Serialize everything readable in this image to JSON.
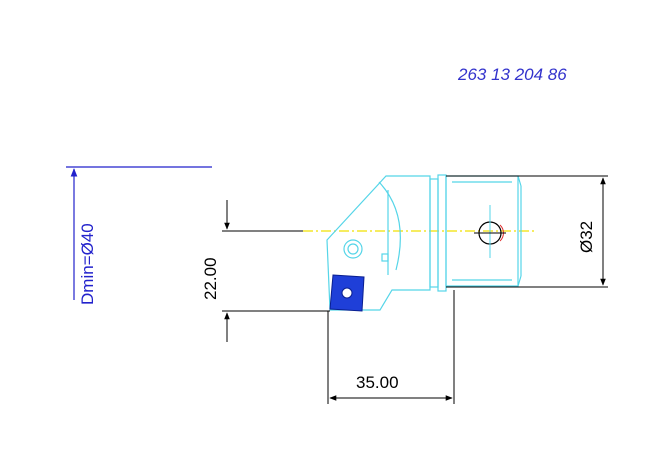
{
  "drawing": {
    "part_number": "263 13 204 86",
    "dmin_label": "Dmin=Ø40",
    "diameter_label": "Ø32",
    "dim_height_label": "22.00",
    "dim_width_label": "35.00"
  },
  "colors": {
    "background": "#ffffff",
    "part_number_text": "#3333cc",
    "dmin": "#2222cc",
    "holder_outline": "#55d5e8",
    "insert_fill": "#1f3fd8",
    "dimension_lines": "#000000",
    "centerline": "#f0e000",
    "clamp_accent": "#e03030"
  }
}
